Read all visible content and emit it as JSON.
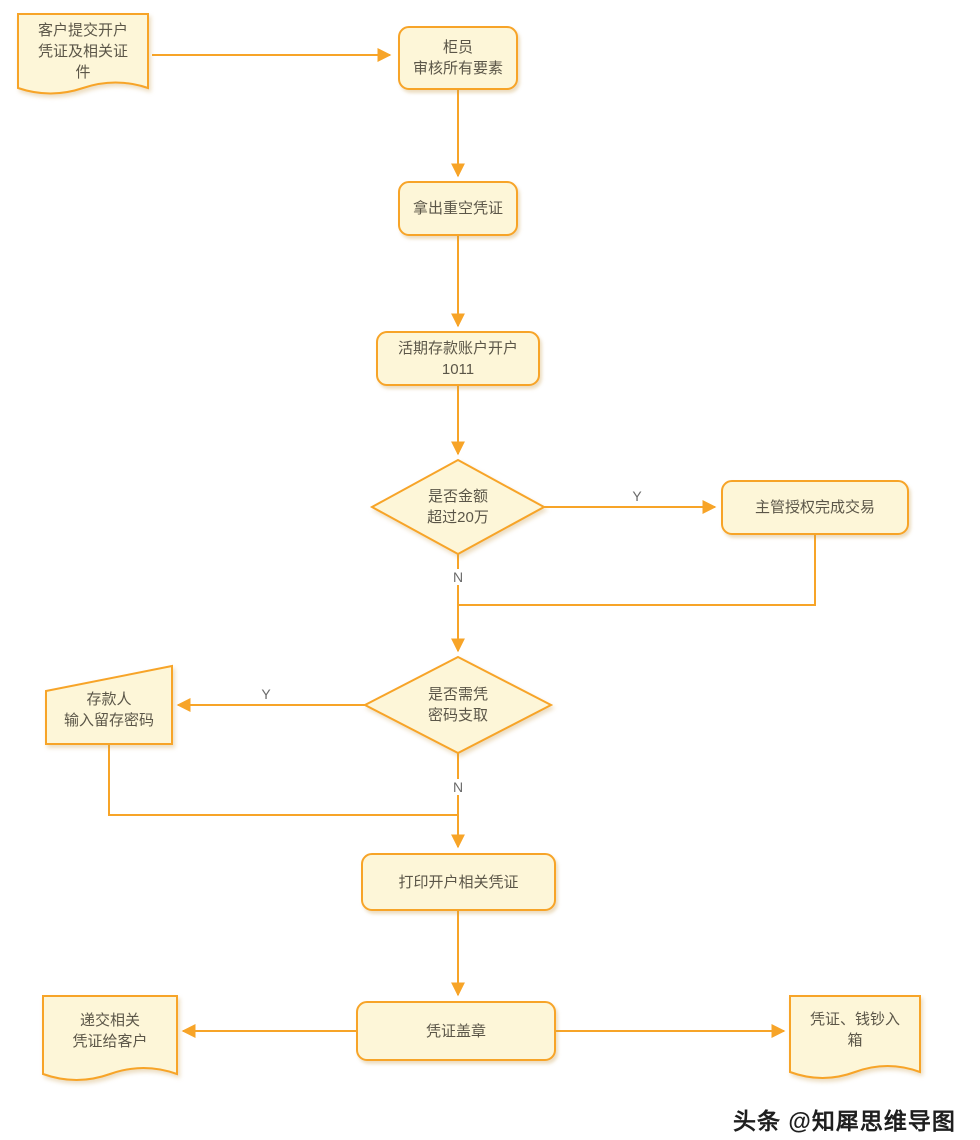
{
  "colors": {
    "accent": "#F7A428",
    "fill": "#FDF6D8",
    "text": "#5B5648"
  },
  "nodes": {
    "customer_submit": {
      "label": "客户提交开户\n凭证及相关证\n件",
      "shape": "document"
    },
    "teller_review": {
      "label": "柜员\n审核所有要素",
      "shape": "rounded-rect"
    },
    "take_blank_voucher": {
      "label": "拿出重空凭证",
      "shape": "rounded-rect"
    },
    "open_current_account": {
      "label": "活期存款账户开户\n1011",
      "shape": "rounded-rect"
    },
    "decision_amount": {
      "label": "是否金额\n超过20万",
      "shape": "diamond"
    },
    "supervisor_authorize": {
      "label": "主管授权完成交易",
      "shape": "rounded-rect"
    },
    "decision_password": {
      "label": "是否需凭\n密码支取",
      "shape": "diamond"
    },
    "depositor_input_password": {
      "label": "存款人\n输入留存密码",
      "shape": "manual-input"
    },
    "print_vouchers": {
      "label": "打印开户相关凭证",
      "shape": "rounded-rect"
    },
    "stamp_voucher": {
      "label": "凭证盖章",
      "shape": "rounded-rect"
    },
    "deliver_to_customer": {
      "label": "递交相关\n凭证给客户",
      "shape": "document"
    },
    "voucher_cash_into_box": {
      "label": "凭证、钱钞入\n箱",
      "shape": "document"
    }
  },
  "edge_labels": {
    "amount_yes": "Y",
    "amount_no": "N",
    "password_yes": "Y",
    "password_no": "N"
  },
  "watermark": "头条 @知犀思维导图"
}
